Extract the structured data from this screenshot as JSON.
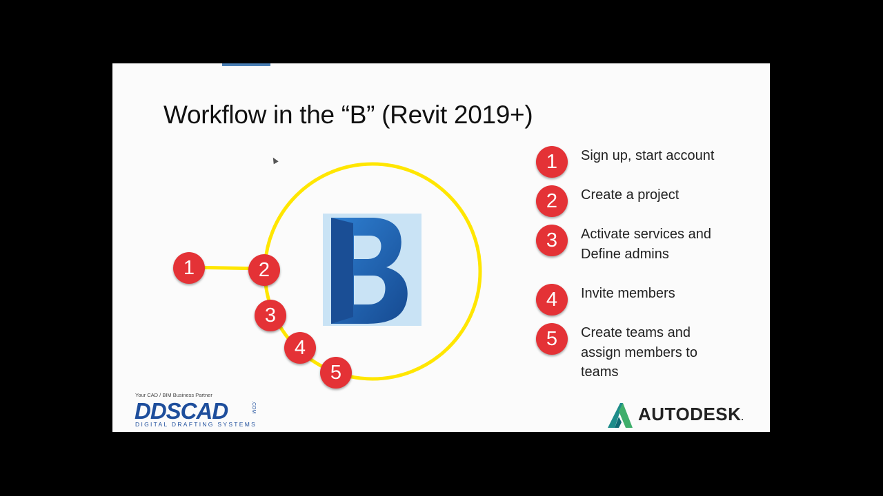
{
  "slide": {
    "title": "Workflow in the “B” (Revit 2019+)"
  },
  "diagram": {
    "ring_color": "#ffe600",
    "badge_color": "#e43236",
    "logo_letter": "B",
    "logo_color": "#1f5ea8",
    "nodes": [
      "1",
      "2",
      "3",
      "4",
      "5"
    ]
  },
  "steps": [
    {
      "number": "1",
      "lines": [
        "Sign up, start account"
      ]
    },
    {
      "number": "2",
      "lines": [
        "Create a project"
      ]
    },
    {
      "number": "3",
      "lines": [
        "Activate services and",
        "Define admins"
      ]
    },
    {
      "number": "4",
      "lines": [
        "Invite members"
      ]
    },
    {
      "number": "5",
      "lines": [
        "Create teams and",
        "assign members to",
        "teams"
      ]
    }
  ],
  "branding": {
    "partner_tagline": "Your CAD / BIM Business Partner",
    "partner_name": "DDSCAD",
    "partner_domain": ".COM",
    "partner_subtitle": "DIGITAL DRAFTING SYSTEMS",
    "vendor_name": "AUTODESK",
    "vendor_mark": "."
  }
}
